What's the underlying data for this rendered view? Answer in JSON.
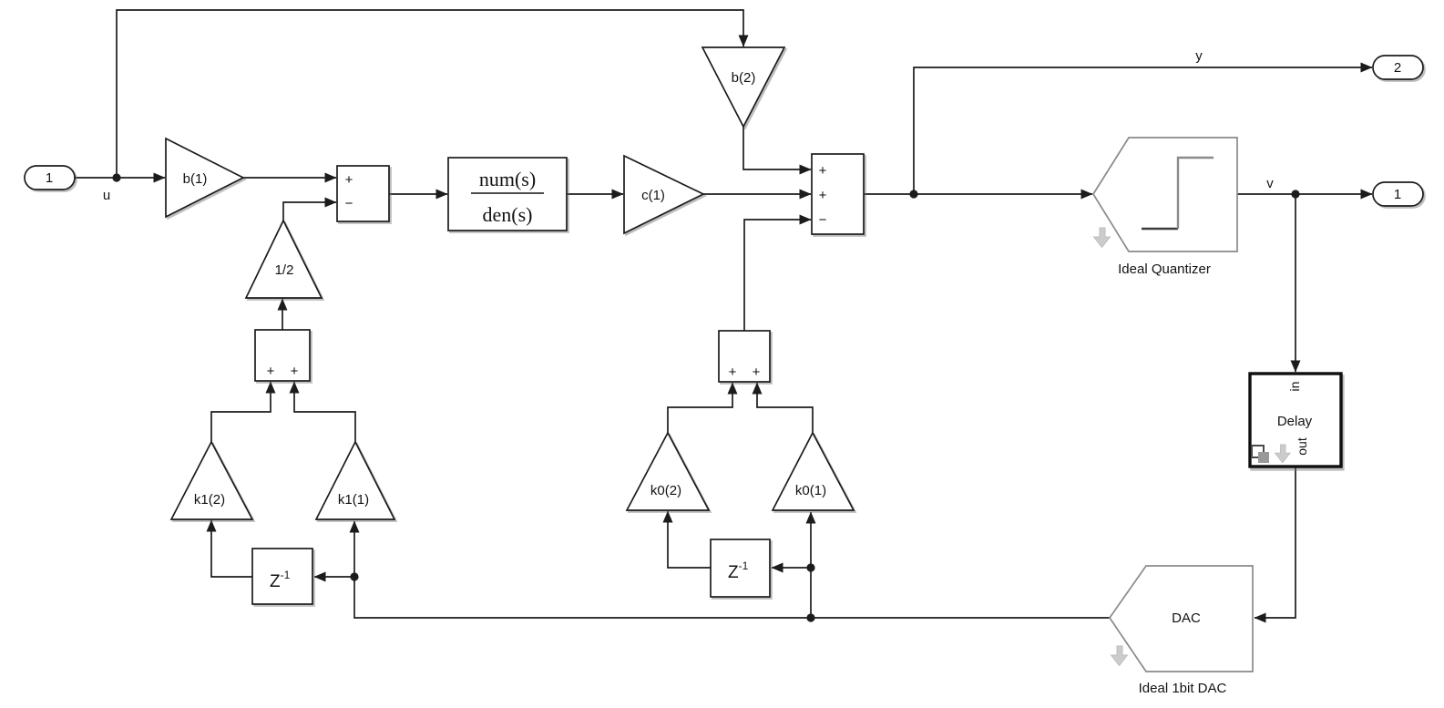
{
  "colors": {
    "wire": "#1c1c1c",
    "block-stroke": "#1c1c1c",
    "gray-stroke": "#8a8a8a",
    "badge-fill": "#cccccc",
    "step-dark": "#3d3d3d",
    "step-gray": "#8a8a8a",
    "subsys-gray": "#999999"
  },
  "ports": {
    "in1": "1",
    "out_y": "2",
    "out_v": "1"
  },
  "signals": {
    "u": "u",
    "y": "y",
    "v": "v"
  },
  "gains": {
    "b1": "b(1)",
    "b2": "b(2)",
    "c1": "c(1)",
    "half": "1/2",
    "k12": "k1(2)",
    "k11": "k1(1)",
    "k02": "k0(2)",
    "k01": "k0(1)"
  },
  "tf": {
    "num": "num(s)",
    "den": "den(s)"
  },
  "zdelay": {
    "base": "Z",
    "sup": "-1"
  },
  "sum": {
    "plus": "+",
    "minus": "−"
  },
  "quantizer": {
    "caption": "Ideal Quantizer"
  },
  "dac": {
    "text": "DAC",
    "caption": "Ideal 1bit DAC"
  },
  "delay": {
    "text": "Delay",
    "port_in": "in",
    "port_out": "out"
  }
}
